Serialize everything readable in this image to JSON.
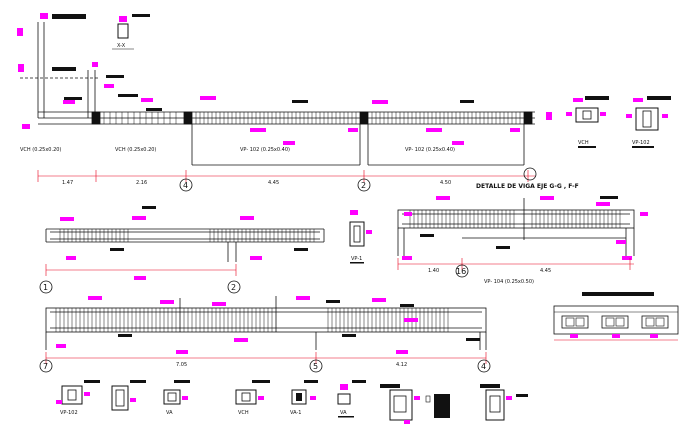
{
  "colors": {
    "beam": "#111111",
    "dimension": "#e8001c",
    "tag": "#ff00ff",
    "background": "#ffffff"
  },
  "section_mark": "X-X",
  "detail_title": "DETALLE DE VIGA EJE G-G , F-F",
  "top_beam": {
    "labels": [
      "VCH (0.25x0.20)",
      "VCH (0.25x0.20)",
      "VP- 102 (0.25x0.40)",
      "VP- 102 (0.25x0.40)"
    ],
    "dims": [
      "1.47",
      "2.16",
      "4.45",
      "4.50"
    ],
    "axes": [
      "4",
      "2"
    ]
  },
  "beam_104": {
    "label": "VP- 104 (0.25x0.50)",
    "dims": [
      "1.40",
      "4.45"
    ],
    "axis": "16"
  },
  "mid_left_beam": {
    "axes": [
      "1",
      "2"
    ],
    "section_label": "VP-1"
  },
  "bottom_beam": {
    "dims": [
      "7.05",
      "4.12"
    ],
    "axes": [
      "7",
      "5",
      "4"
    ]
  },
  "sections_top": [
    {
      "name": "VCH"
    },
    {
      "name": "VP-102"
    }
  ],
  "sections_bottom": [
    {
      "name": "VP-102"
    },
    {
      "name": ""
    },
    {
      "name": "VA"
    },
    {
      "name": "VCH"
    },
    {
      "name": "VA-1"
    },
    {
      "name": "VA"
    }
  ]
}
